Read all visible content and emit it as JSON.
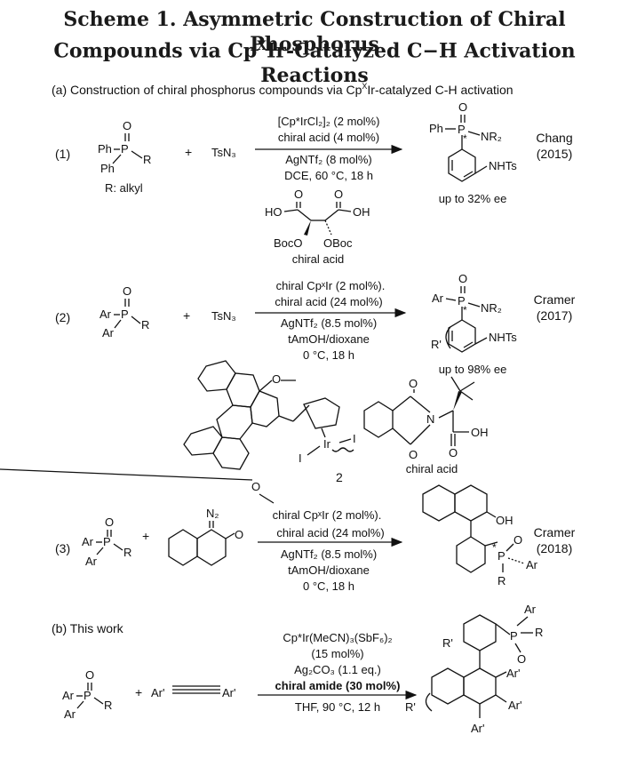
{
  "title": {
    "line1": "Scheme 1. Asymmetric Construction of Chiral Phosphorus",
    "line2_pre": "Compounds via Cp",
    "line2_sup": "X",
    "line2_post": "Ir-Catalyzed C−H Activation Reactions"
  },
  "section_a": {
    "pre": "(a) Construction of chiral phosphorus compounds via Cp",
    "sup": "X",
    "post": "Ir-catalyzed C-H activation"
  },
  "section_b": "(b) This work",
  "rxn1": {
    "num": "(1)",
    "plus": "+",
    "reagent": "TsN₃",
    "r_def": "R: alkyl",
    "cond_above": [
      "[Cp*IrCl₂]₂ (2 mol%)",
      "chiral acid (4 mol%)"
    ],
    "cond_below": [
      "AgNTf₂ (8 mol%)",
      "DCE, 60 °C, 18 h"
    ],
    "ee": "up to 32% ee",
    "credit": [
      "Chang",
      "(2015)"
    ],
    "acid_caption": "chiral acid"
  },
  "rxn2": {
    "num": "(2)",
    "plus": "+",
    "reagent": "TsN₃",
    "cond_above": [
      "chiral CpˣIr (2 mol%).",
      "chiral acid (24 mol%)"
    ],
    "cond_below": [
      "AgNTf₂ (8.5 mol%)",
      "tAmOH/dioxane",
      "0 °C, 18 h"
    ],
    "ee": "up to 98% ee",
    "credit": [
      "Cramer",
      "(2017)"
    ],
    "acid_caption": "chiral acid",
    "cat_num": "2"
  },
  "rxn3": {
    "num": "(3)",
    "plus": "+",
    "cond_above": [
      "chiral CpˣIr (2 mol%).",
      "chiral acid (24 mol%)"
    ],
    "cond_below": [
      "AgNTf₂ (8.5 mol%)",
      "tAmOH/dioxane",
      "0 °C, 18 h"
    ],
    "credit": [
      "Cramer",
      "(2018)"
    ]
  },
  "rxn4": {
    "plus": "+",
    "cond_above": [
      "Cp*Ir(MeCN)₃(SbF₆)₂",
      "(15 mol%)",
      "Ag₂CO₃ (1.1 eq.)",
      "chiral amide (30 mol%)"
    ],
    "cond_below": [
      "THF, 90 °C, 12 h"
    ]
  },
  "labels": {
    "O": "O",
    "P": "P",
    "R": "R",
    "Ph": "Ph",
    "Ar": "Ar",
    "Ar_prime": "Ar'",
    "NR2": "NR₂",
    "NHTs": "NHTs",
    "HO": "HO",
    "OH": "OH",
    "BocO": "BocO",
    "OBoc": "OBoc",
    "R_prime": "R'",
    "N": "N",
    "N2": "N₂",
    "Ir": "Ir",
    "I": "I"
  }
}
